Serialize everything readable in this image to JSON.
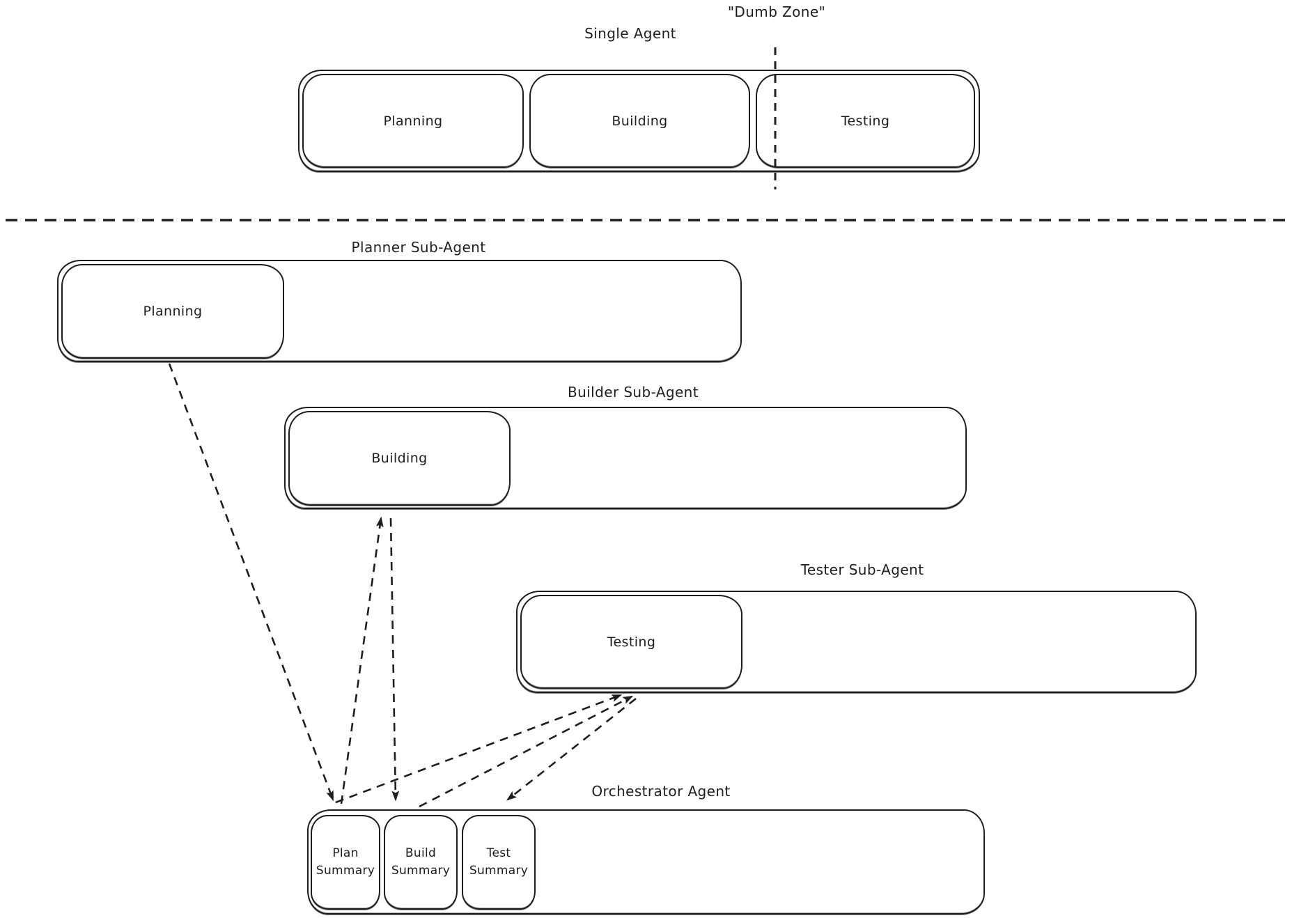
{
  "colors": {
    "stroke": "#1e1e1e",
    "background": "#ffffff"
  },
  "top": {
    "dumb_zone_label": "\"Dumb Zone\"",
    "title": "Single Agent",
    "phases": [
      "Planning",
      "Building",
      "Testing"
    ]
  },
  "planner": {
    "title": "Planner Sub-Agent",
    "phase": "Planning"
  },
  "builder": {
    "title": "Builder Sub-Agent",
    "phase": "Building"
  },
  "tester": {
    "title": "Tester Sub-Agent",
    "phase": "Testing"
  },
  "orchestrator": {
    "title": "Orchestrator Agent",
    "summaries": [
      "Plan Summary",
      "Build Summary",
      "Test Summary"
    ]
  }
}
